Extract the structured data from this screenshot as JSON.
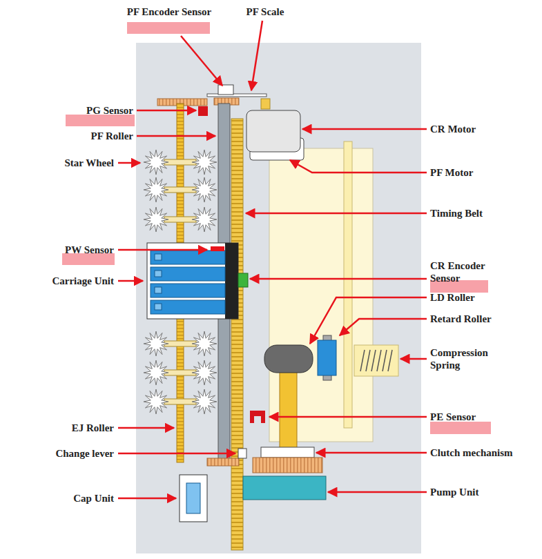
{
  "diagram": {
    "labels": [
      "PF Encoder Sensor",
      "PF Scale",
      "PG Sensor",
      "PF Roller",
      "Star Wheel",
      "PW Sensor",
      "Carriage Unit",
      "EJ Roller",
      "Change lever",
      "Cap Unit",
      "CR Motor",
      "PF Motor",
      "Timing Belt",
      "CR Encoder Sensor",
      "LD Roller",
      "Retard Roller",
      "Compression Spring",
      "PE Sensor",
      "Clutch mechanism",
      "Pump Unit"
    ]
  }
}
